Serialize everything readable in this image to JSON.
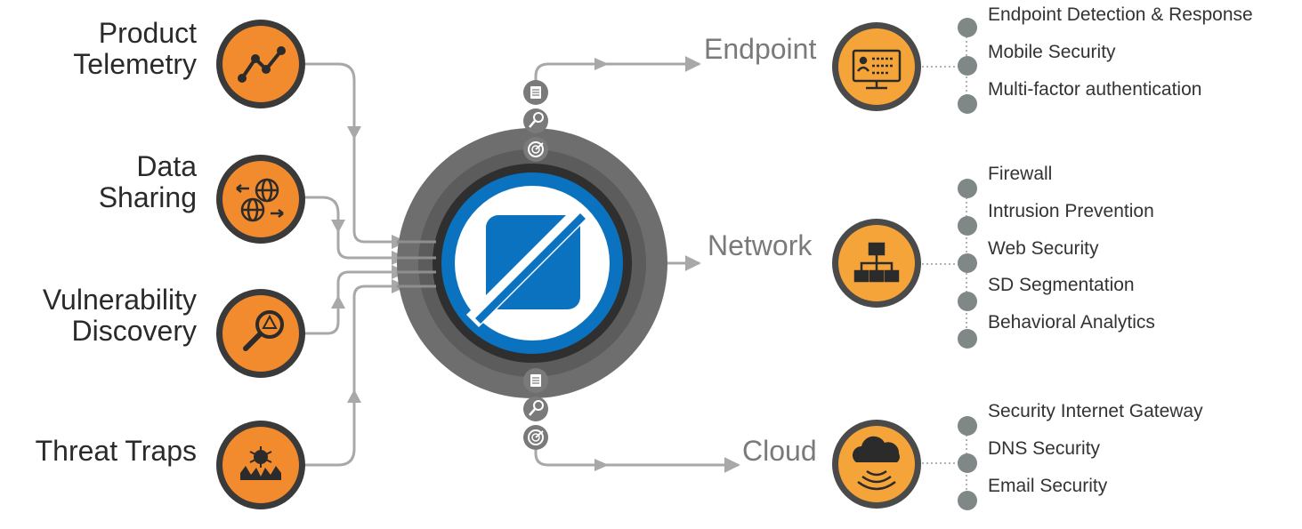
{
  "sources": [
    {
      "line1": "Product",
      "line2": "Telemetry",
      "icon": "trend-line-icon"
    },
    {
      "line1": "Data",
      "line2": "Sharing",
      "icon": "globe-exchange-icon"
    },
    {
      "line1": "Vulnerability",
      "line2": "Discovery",
      "icon": "magnifier-alert-icon"
    },
    {
      "line1": "Threat Traps",
      "line2": "",
      "icon": "trap-bug-icon"
    }
  ],
  "destinations": [
    {
      "label": "Endpoint",
      "icon": "monitor-user-icon",
      "items": [
        "Endpoint Detection & Response",
        "Mobile Security",
        "Multi-factor authentication"
      ]
    },
    {
      "label": "Network",
      "icon": "network-hierarchy-icon",
      "items": [
        "Firewall",
        "Intrusion Prevention",
        "Web Security",
        "SD Segmentation",
        "Behavioral Analytics"
      ]
    },
    {
      "label": "Cloud",
      "icon": "cloud-signal-icon",
      "items": [
        "Security Internet Gateway",
        "DNS Security",
        "Email Security"
      ]
    }
  ],
  "colors": {
    "orange": "#f28a2e",
    "amber": "#f5a43a",
    "ring": "#6e6e6e",
    "hub_blue": "#0a72bf",
    "arrow": "#a8a8a8",
    "bullet": "#7f8787"
  }
}
